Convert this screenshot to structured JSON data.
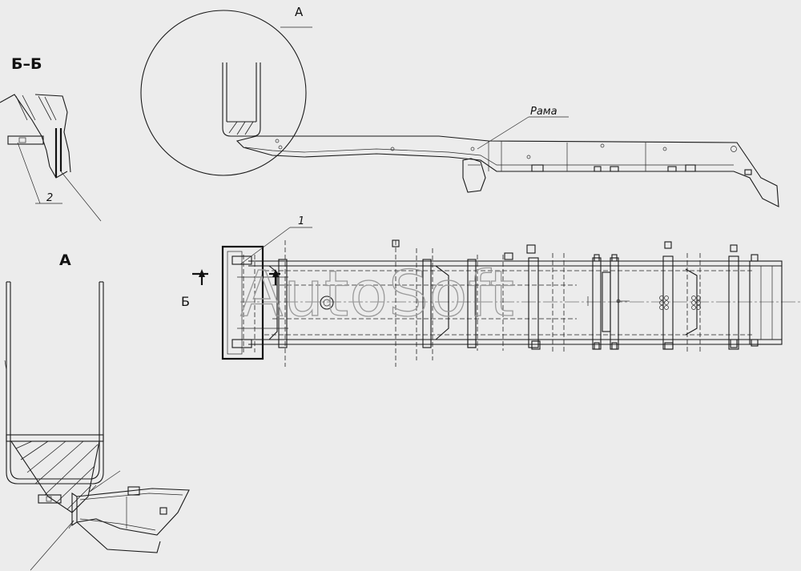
{
  "labels": {
    "section": "Б–Б",
    "view_a": "А",
    "view_a_callout": "А",
    "frame": "Рама",
    "part1": "1",
    "part2": "2",
    "cut_mark": "Б"
  },
  "watermark": "AutoSoft"
}
